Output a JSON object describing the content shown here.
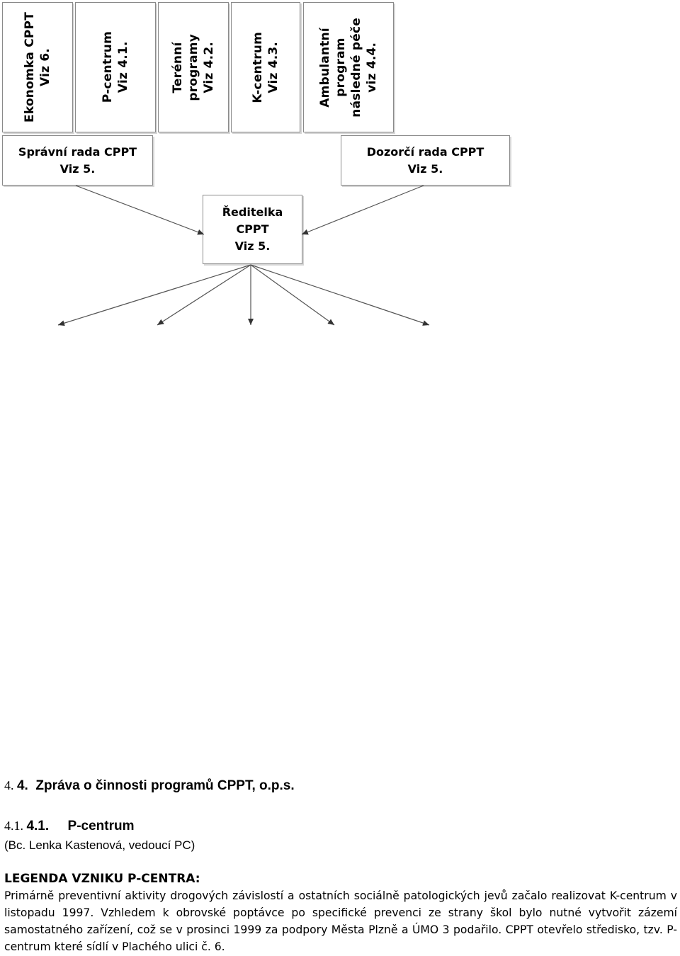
{
  "org_chart": {
    "top_boxes": [
      {
        "text": "Ekonomka CPPT\nViz 6."
      },
      {
        "text": "P-centrum\nViz 4.1."
      },
      {
        "text": "Terénní\nprogramy\nViz 4.2."
      },
      {
        "text": "K-centrum\nViz 4.3."
      },
      {
        "text": "Ambulantní\nprogram\nnásledné péče\nviz 4.4."
      }
    ],
    "spravni_rada": "Správní rada CPPT\nViz 5.",
    "dozorci_rada": "Dozorčí rada CPPT\nViz 5.",
    "reditelka": "Ředitelka\nCPPT\nViz 5."
  },
  "document": {
    "section_number": "4.",
    "section_title": "4.  Zpráva o činnosti programů CPPT, o.p.s.",
    "subsection_number": "4.1.",
    "subsection_title": "4.1.     P-centrum",
    "author": "(Bc. Lenka Kastenová, vedoucí PC)",
    "legend_heading": "LEGENDA VZNIKU P-CENTRA:",
    "paragraph": "Primárně preventivní aktivity drogových závislostí a ostatních sociálně patologických jevů začalo realizovat K-centrum v listopadu 1997. Vzhledem k obrovské poptávce po specifické prevenci ze strany škol bylo nutné vytvořit zázemí samostatného zařízení, což se v prosinci 1999 za podpory Města Plzně a ÚMO 3 podařilo. CPPT otevřelo středisko, tzv. P-centrum které sídlí v Plachého ulici č. 6."
  }
}
